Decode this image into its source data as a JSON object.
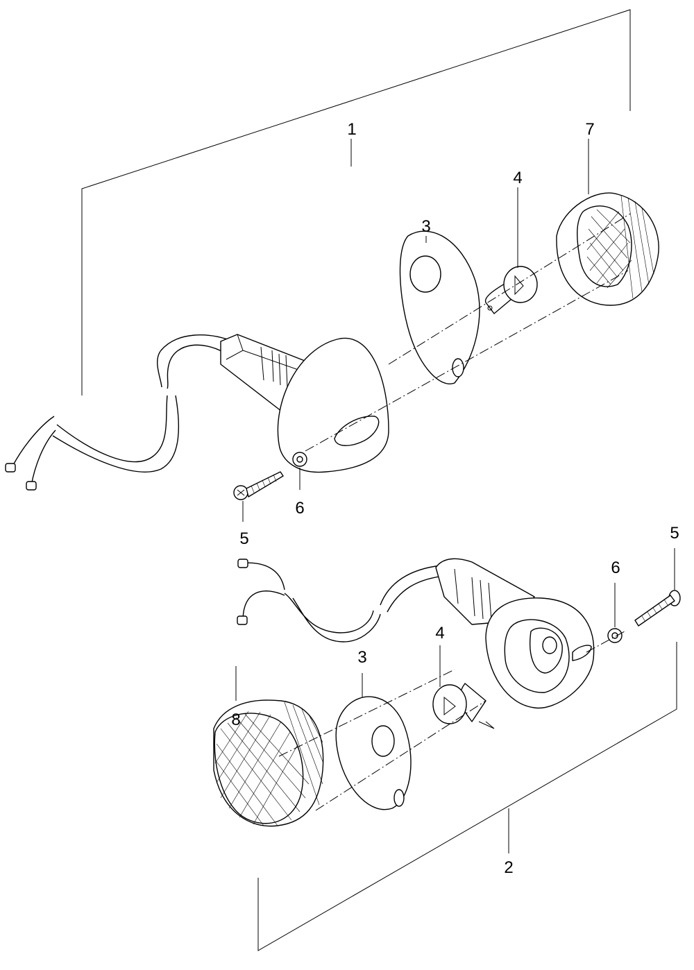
{
  "callouts": {
    "assembly_upper": "1",
    "assembly_lower": "2",
    "gasket_upper": "3",
    "bulb_upper": "4",
    "lens_upper": "7",
    "screw_upper": "5",
    "washer_upper": "6",
    "screw_lower": "5",
    "washer_lower": "6",
    "bulb_lower": "4",
    "gasket_lower": "3",
    "lens_lower": "8"
  }
}
